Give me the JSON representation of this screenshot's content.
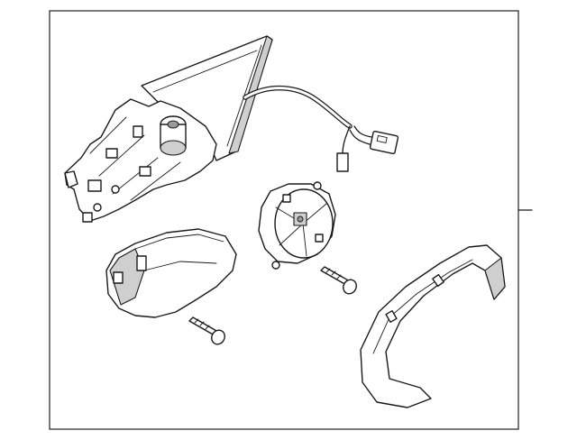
{
  "figure": {
    "kind": "exploded parts diagram",
    "parts": [
      "mirror-housing-assembly",
      "wiring-harness",
      "lower-cover",
      "actuator-motor",
      "actuator-screw",
      "cover-screw",
      "skull-cap-cover"
    ]
  },
  "colors": {
    "line": "#1a1a1a",
    "frame": "#222222",
    "fill": "#ffffff",
    "shade": "#cfcfcf"
  }
}
